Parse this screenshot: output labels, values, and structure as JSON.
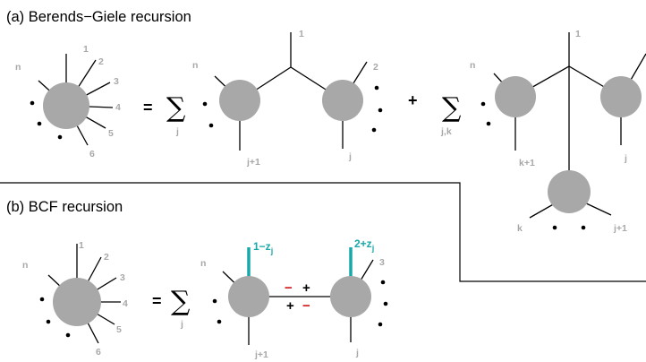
{
  "section_a": {
    "caption": "(a) Berends−Giele recursion",
    "lhs": {
      "labels": [
        "n",
        "1",
        "2",
        "3",
        "4",
        "5",
        "6"
      ]
    },
    "equals": "=",
    "term1": {
      "sum_index": "j",
      "top_label": "1",
      "label_2": "2",
      "left_label": "n",
      "bottom_left": "j+1",
      "bottom_right": "j"
    },
    "plus": "+",
    "term2": {
      "sum_index": "j,k",
      "top_label": "1",
      "left_label": "n",
      "bottom_left": "k+1",
      "bottom_right": "j",
      "lower_left": "k",
      "lower_right": "j+1"
    }
  },
  "section_b": {
    "caption": "(b) BCF recursion",
    "lhs": {
      "labels": [
        "n",
        "1",
        "2",
        "3",
        "4",
        "5",
        "6"
      ]
    },
    "equals": "=",
    "term": {
      "sum_index": "j",
      "left_label": "n",
      "bottom_left": "j+1",
      "bottom_right": "j",
      "label_3": "3",
      "shifted_1": {
        "base": "1−z",
        "sub": "j"
      },
      "shifted_2": {
        "base": "2+z",
        "sub": "j"
      },
      "helicity_top": [
        "−",
        "+"
      ],
      "helicity_bottom": [
        "+",
        "−"
      ]
    }
  },
  "sigma": "∑",
  "colors": {
    "blob": "#a8a8a8",
    "line": "#000000",
    "label": "#a8a8a8",
    "teal": "#18a8a8",
    "red": "#d01818"
  }
}
